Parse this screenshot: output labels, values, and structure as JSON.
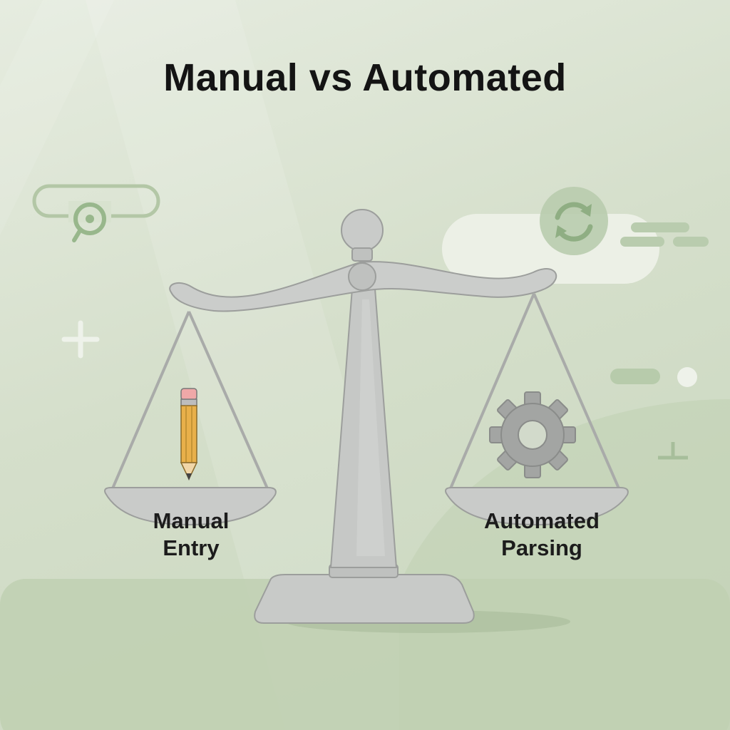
{
  "title": "Manual vs Automated",
  "left_pan": {
    "label_line1": "Manual",
    "label_line2": "Entry",
    "icon": "pencil-icon"
  },
  "right_pan": {
    "label_line1": "Automated",
    "label_line2": "Parsing",
    "icon": "gear-icon"
  },
  "decorations": {
    "search_icon": "search-icon",
    "sync_icon": "refresh-icon",
    "plus_icon": "plus-icon"
  },
  "colors": {
    "background": "#d5dfcb",
    "accent_green": "#a9c09c",
    "scale_gray": "#c9cbc9",
    "pencil_yellow": "#e8b04a",
    "title_text": "#141414"
  }
}
